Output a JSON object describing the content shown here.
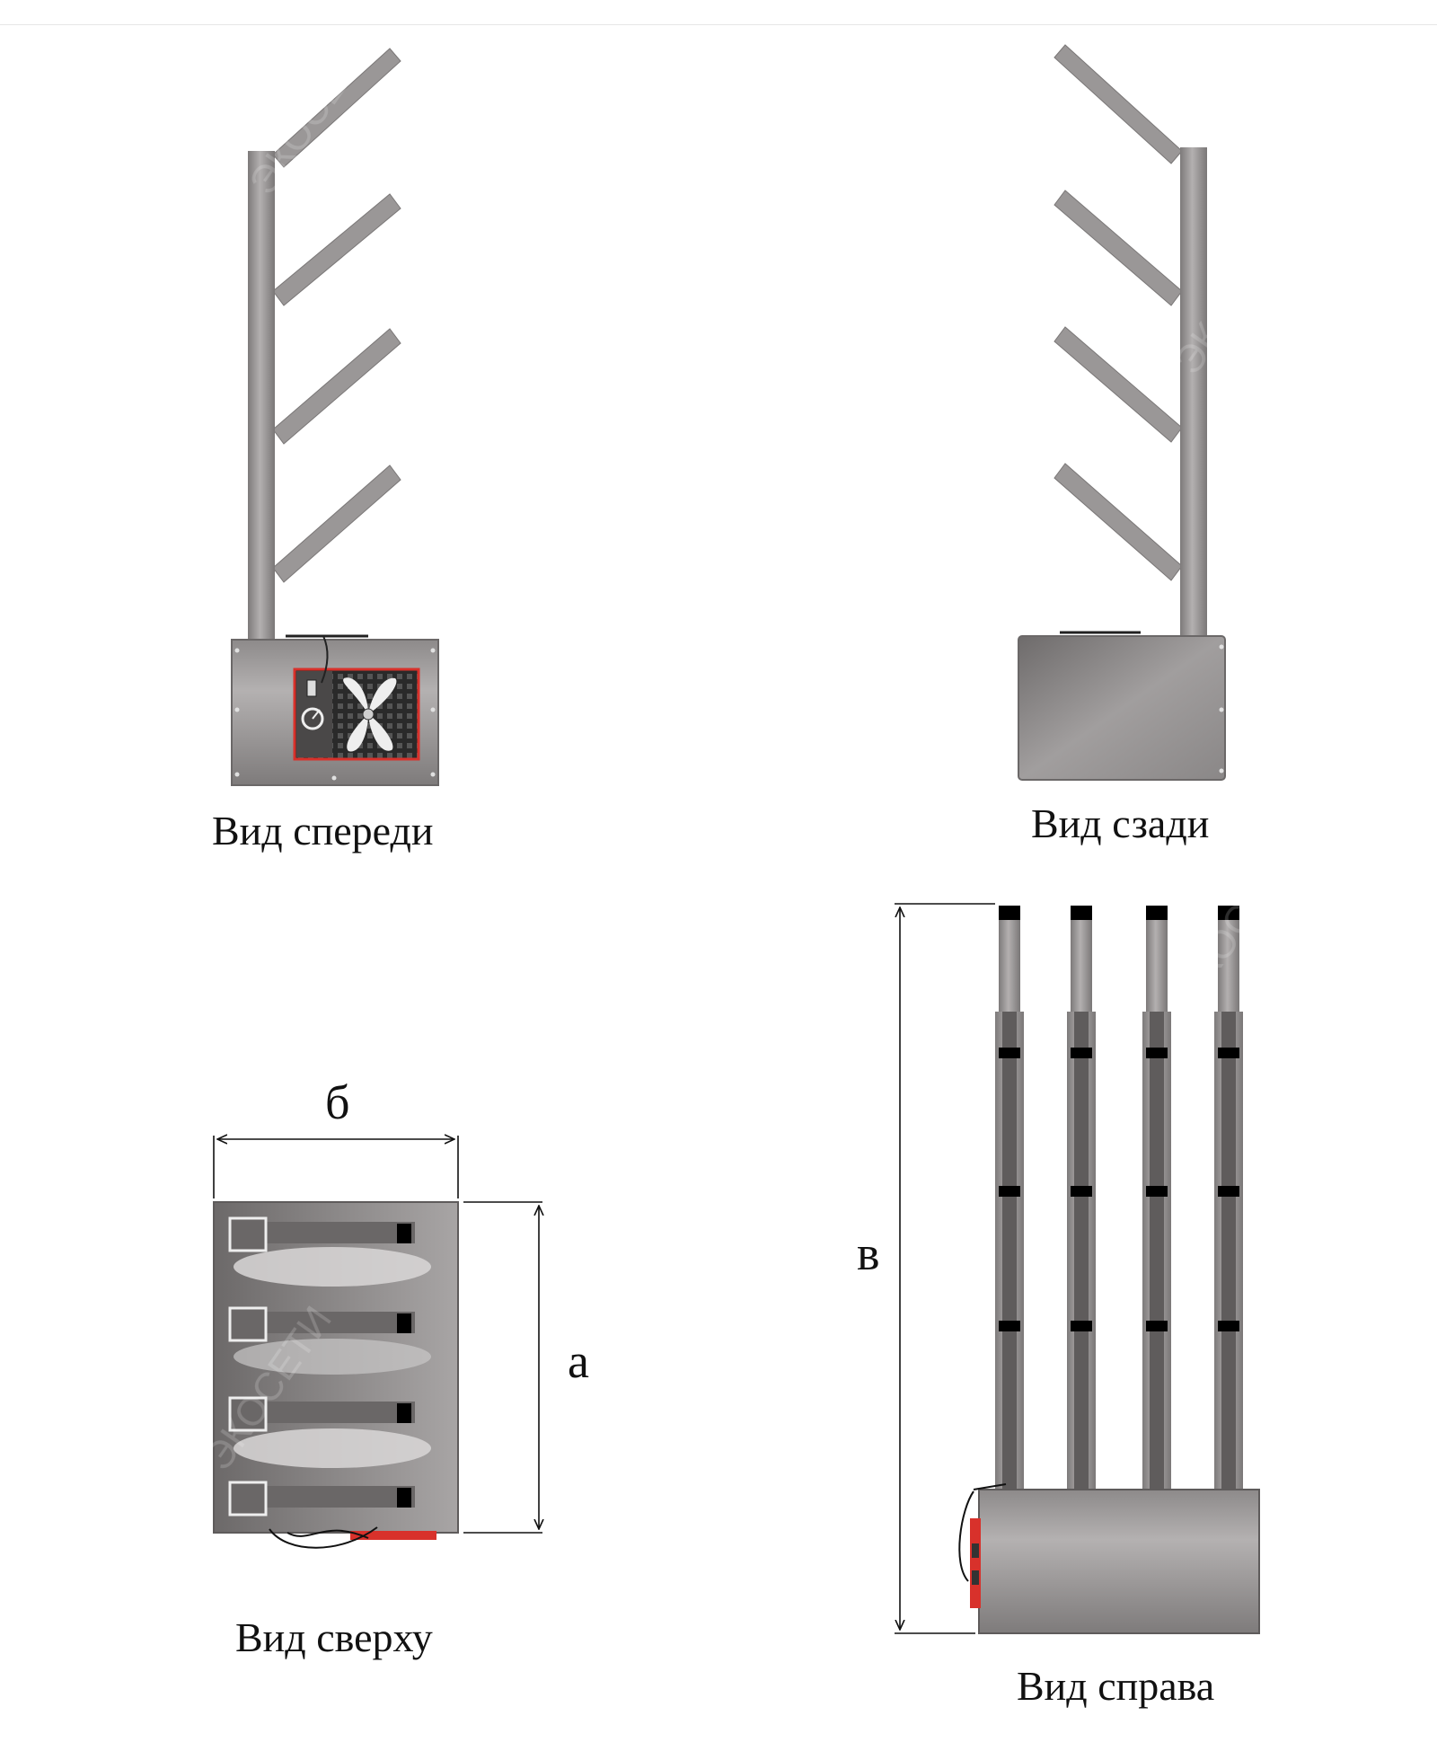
{
  "views": {
    "front": {
      "caption": "Вид спереди"
    },
    "back": {
      "caption": "Вид сзади"
    },
    "top": {
      "caption": "Вид сверху"
    },
    "right": {
      "caption": "Вид справа"
    }
  },
  "dimensions": {
    "depth": "а",
    "width": "б",
    "height": "в"
  },
  "watermark": "ЭКОСЕТИ",
  "colors": {
    "metal": "#9a9797",
    "metal_dark": "#6f6c6c",
    "accent_red": "#d8312b",
    "grille": "#2a2a2a"
  },
  "icons": {
    "fan": "fan-icon",
    "knob": "knob-icon",
    "switch": "switch-icon"
  }
}
